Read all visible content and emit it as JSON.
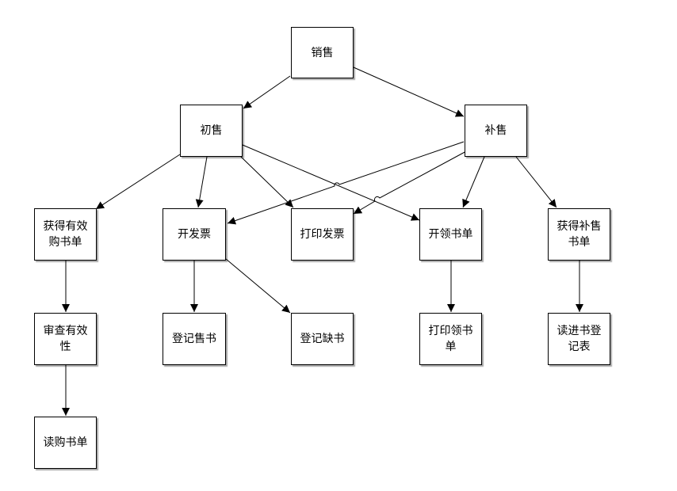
{
  "colors": {
    "line": "#000000",
    "box_border": "#000000",
    "box_fill": "#ffffff",
    "text": "#000000"
  },
  "nodes": {
    "xiaoshou": "销售",
    "chushou": "初售",
    "bushou": "补售",
    "huodeyouxiao": "获得有效购书单",
    "kaifapiao": "开发票",
    "dayinfapiao": "打印发票",
    "kailingshudan": "开领书单",
    "huodebushou": "获得补售书单",
    "shenchayouxiao": "审查有效性",
    "dengjishoushu": "登记售书",
    "dengjiqueshu": "登记缺书",
    "dayinlingshudan": "打印领书单",
    "dujinshu": "读进书登记表",
    "dugoushudan": "读购书单"
  }
}
